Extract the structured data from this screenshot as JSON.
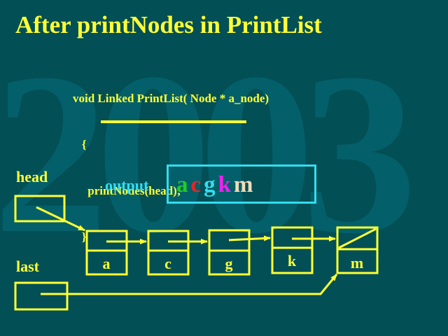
{
  "watermark": "2003",
  "title": "After printNodes in PrintList",
  "code": [
    "void Linked PrintList( Node * a_node)",
    "   {",
    "     printNodes(head);",
    "   }"
  ],
  "labels": {
    "head": "head",
    "last": "last",
    "output": "output"
  },
  "output_tokens": [
    {
      "text": "a",
      "color": "#22cc22"
    },
    {
      "text": "c",
      "color": "#ee2222"
    },
    {
      "text": "g",
      "color": "#33ddee"
    },
    {
      "text": "k",
      "color": "#ee22ee"
    },
    {
      "text": "m",
      "color": "#f2ddb8"
    }
  ],
  "nodes": [
    "a",
    "c",
    "g",
    "k",
    "m"
  ],
  "colors": {
    "background": "#024f56",
    "accent": "#ffff33",
    "output_box": "#33ddee",
    "watermark": "#03606a"
  }
}
